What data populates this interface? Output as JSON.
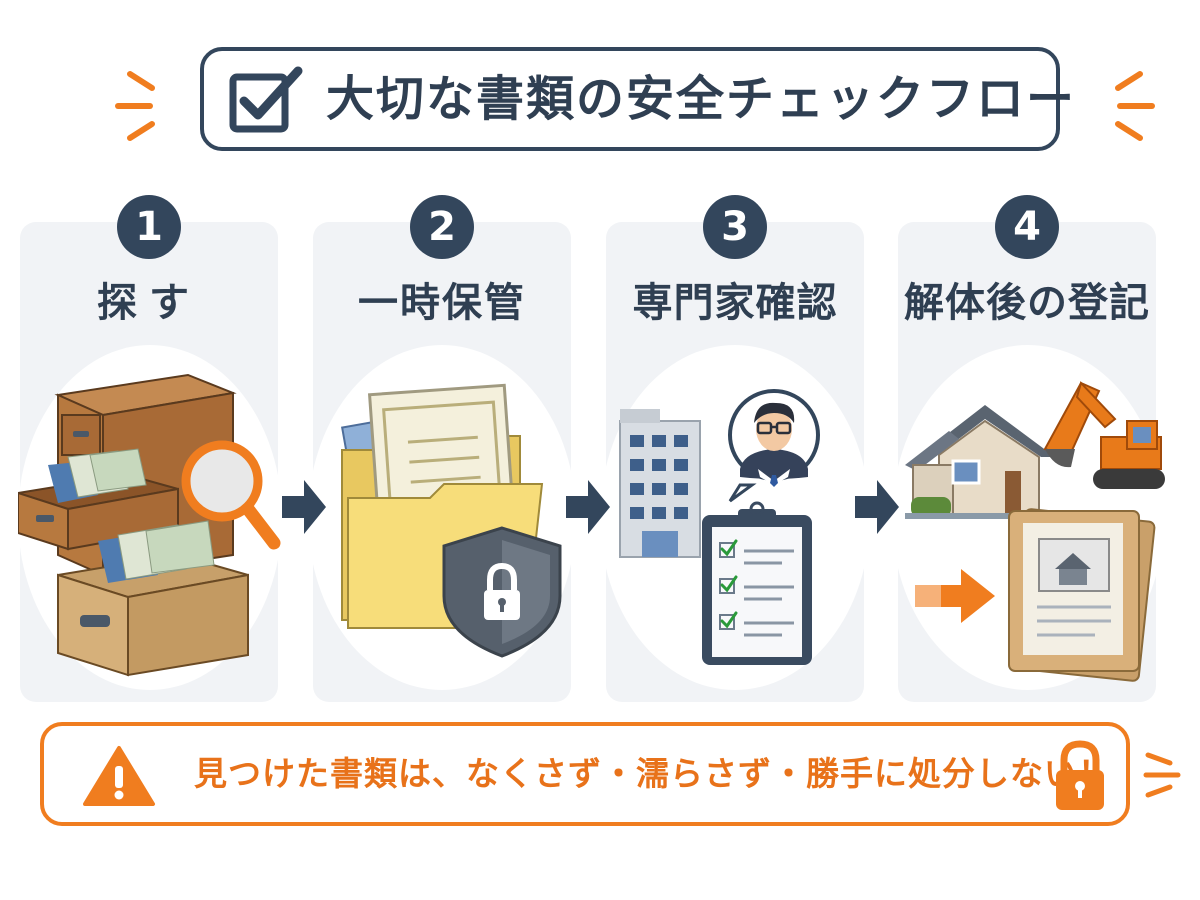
{
  "title": "大切な書類の安全チェックフロー",
  "steps": [
    {
      "number": "1",
      "label": "探す"
    },
    {
      "number": "2",
      "label": "一時保管"
    },
    {
      "number": "3",
      "label": "専門家確認"
    },
    {
      "number": "4",
      "label": "解体後の登記"
    }
  ],
  "warning": "見つけた書類は、なくさず・濡らさず・勝手に処分しない！",
  "colors": {
    "navy": "#33465c",
    "orange": "#f07d1f",
    "panel": "#f1f3f6"
  },
  "icons": {
    "title": "checkbox-icon",
    "step1": "drawer-search-icon",
    "step2": "folder-shield-icon",
    "step3": "expert-checklist-icon",
    "step4": "house-excavator-icon",
    "warning": "warning-triangle-icon",
    "lock": "padlock-icon"
  }
}
